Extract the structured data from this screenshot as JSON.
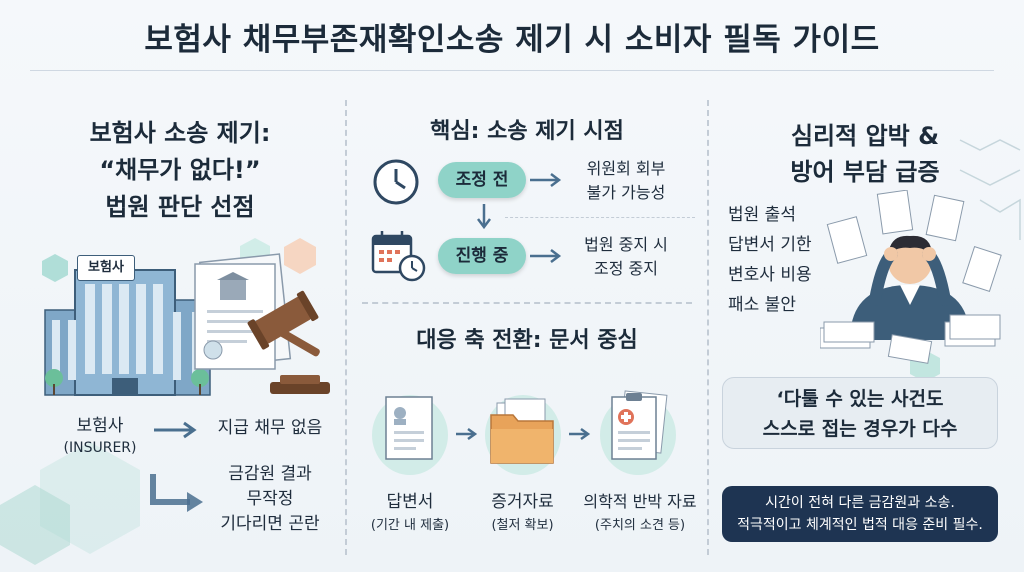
{
  "title": "보험사 채무부존재확인소송 제기 시 소비자 필독 가이드",
  "left": {
    "heading": [
      "보험사 소송 제기:",
      "“채무가 없다!”",
      "법원 판단 선점"
    ],
    "building_sign": "보험사",
    "insurer_label": "보험사",
    "insurer_en": "(INSURER)",
    "no_debt": "지급 채무 없음",
    "warning": [
      "금감원 결과",
      "무작정",
      "기다리면 곤란"
    ]
  },
  "middle": {
    "timing_heading": "핵심: 소송 제기 시점",
    "before_pill": "조정 전",
    "before_result": [
      "위원회 회부",
      "불가 가능성"
    ],
    "during_pill": "진행 중",
    "during_result": [
      "법원 중지 시",
      "조정 중지"
    ],
    "docs_heading": "대응 축 전환: 문서 중심",
    "docs": [
      {
        "name": "답변서",
        "sub": "(기간 내 제출)"
      },
      {
        "name": "증거자료",
        "sub": "(철저 확보)"
      },
      {
        "name": "의학적 반박 자료",
        "sub": "(주치의 소견 등)"
      }
    ]
  },
  "right": {
    "heading": [
      "심리적 압박 &",
      "방어 부담 급증"
    ],
    "bullets": [
      "법원 출석",
      "답변서 기한",
      "변호사 비용",
      "패소 불안"
    ],
    "quote": [
      "‘다툴 수 있는 사건도",
      "스스로 접는 경우가 다수"
    ],
    "advice": [
      "시간이 전혀 다른 금감원과 소송.",
      "적극적이고 체계적인 법적 대응 준비 필수."
    ]
  },
  "colors": {
    "accent_teal": "#8fd3c8",
    "navy": "#1e3452",
    "gavel_brown": "#8a5a3b",
    "folder_orange": "#e8a35a",
    "arrow_blue": "#4a6f8f"
  }
}
